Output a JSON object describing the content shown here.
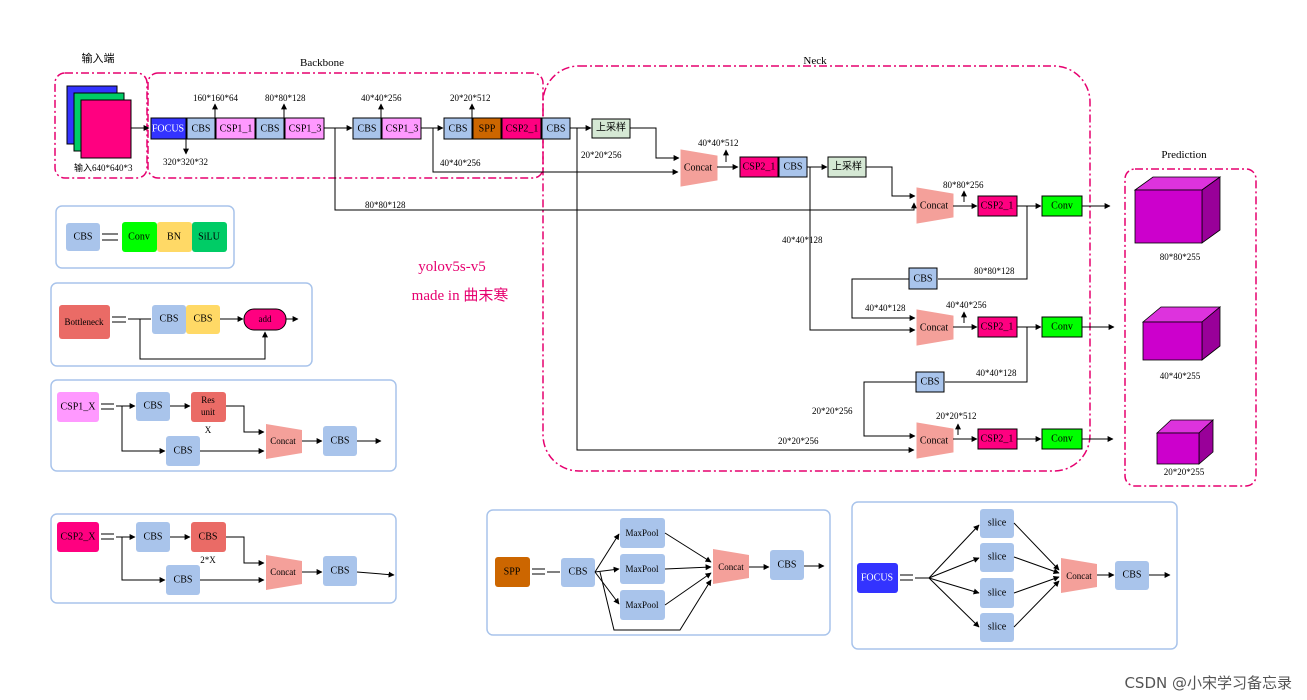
{
  "colors": {
    "cbs": "#a9c4eb",
    "csp1": "#ff99ff",
    "csp2": "#ff0080",
    "focus": "#3333ff",
    "spp": "#cc6600",
    "concat": "#f4a09a",
    "conv": "#00ff00",
    "bn": "#ffd966",
    "silu": "#00cc66",
    "bottleneck": "#ea6b66",
    "upsample": "#d5e8d4",
    "dash_border": "#e6006f",
    "panel_border": "#a9c4eb",
    "cube_front": "#cc00cc",
    "cube_side": "#990099",
    "brand_text": "#e6006f"
  },
  "sections": {
    "input": "输入端",
    "backbone": "Backbone",
    "neck": "Neck",
    "prediction": "Prediction"
  },
  "labels": {
    "focus": "FOCUS",
    "cbs": "CBS",
    "csp1_1": "CSP1_1",
    "csp1_3": "CSP1_3",
    "spp": "SPP",
    "csp2_1": "CSP2_1",
    "upsample": "上采样",
    "concat": "Concat",
    "conv": "Conv",
    "bn": "BN",
    "silu": "SiLU",
    "bottleneck": "Bottleneck",
    "add": "add",
    "csp1_x": "CSP1_X",
    "csp2_x": "CSP2_X",
    "res_unit_1": "Res",
    "res_unit_2": "unit",
    "x": "X",
    "two_x": "2*X",
    "maxpool": "MaxPool",
    "slice": "slice"
  },
  "dims": {
    "input": "输入640*640*3",
    "d160": "160*160*64",
    "d320": "320*320*32",
    "d80": "80*80*128",
    "d40": "40*40*256",
    "d20": "20*20*512",
    "d20b": "20*20*256",
    "d40b": "40*40*512",
    "d80b": "80*80*256",
    "d40c": "40*40*128",
    "out80": "80*80*255",
    "out40": "40*40*255",
    "out20": "20*20*255"
  },
  "brand": {
    "title": "yolov5s-v5",
    "author": "made in 曲末寒"
  },
  "watermark": "CSDN @小宋学习备忘录"
}
